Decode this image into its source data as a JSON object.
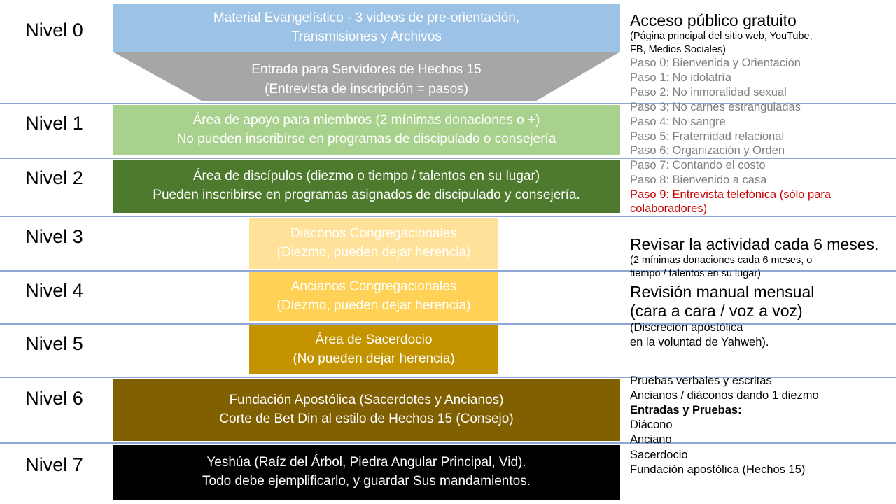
{
  "diagram": {
    "title_absent": true,
    "colors": {
      "level0": "#9cc2e5",
      "funnel": "#a6a6a6",
      "level1": "#a9d18e",
      "level2": "#4e7a2d",
      "level3": "#ffe199",
      "level4": "#ffd257",
      "level5": "#c39300",
      "level6": "#806000",
      "level7": "#000000",
      "rule": "#7a99cf",
      "step_gray": "#808080",
      "step_red": "#cc0000"
    },
    "levels": [
      {
        "label": "Nivel 0",
        "lines": [
          "Material Evangelístico - 3 videos de pre-orientación,",
          "Transmisiones y Archivos"
        ]
      },
      {
        "label": "Nivel 1",
        "lines": [
          "Área de apoyo para miembros (2 mínimas donaciones o +)",
          "No pueden inscribirse en programas de discipulado o consejería"
        ]
      },
      {
        "label": "Nivel 2",
        "lines": [
          "Área de discípulos (diezmo o tiempo / talentos en su lugar)",
          "Pueden inscribirse en programas asignados de discipulado y consejería."
        ]
      },
      {
        "label": "Nivel 3",
        "lines": [
          "Diáconos Congregacionales",
          "(Diezmo, pueden dejar herencia)"
        ]
      },
      {
        "label": "Nivel 4",
        "lines": [
          "Ancianos Congregacionales",
          "(Diezmo, pueden dejar herencia)"
        ]
      },
      {
        "label": "Nivel 5",
        "lines": [
          "Área de Sacerdocio",
          "(No pueden dejar herencia)"
        ]
      },
      {
        "label": "Nivel 6",
        "lines": [
          "Fundación Apostólica (Sacerdotes y Ancianos)",
          "Corte de Bet Din al estilo de Hechos 15 (Consejo)"
        ]
      },
      {
        "label": "Nivel 7",
        "lines": [
          "Yeshúa (Raíz del Árbol, Piedra Angular Principal, Vid).",
          "Todo debe ejemplificarlo, y guardar Sus mandamientos."
        ]
      }
    ],
    "funnel": {
      "lines": [
        "Entrada para Servidores de Hechos 15",
        "(Entrevista de inscripción = pasos)"
      ]
    }
  },
  "sidebar": {
    "access_heading": "Acceso público gratuito",
    "access_sub": [
      "(Página principal del sitio web, YouTube,",
      "FB, Medios Sociales)"
    ],
    "steps": [
      "Paso 0: Bienvenida y Orientación",
      "Paso 1: No idolatría",
      "Paso 2: No inmoralidad sexual",
      "Paso 3: No carnes estranguladas",
      "Paso 4: No sangre",
      "Paso 5: Fraternidad relacional",
      "Paso 6: Organización y Orden",
      "Paso 7: Contando el costo",
      "Paso 8: Bienvenido a casa"
    ],
    "step_red": [
      "Paso 9: Entrevista telefónica (sólo para",
      "colaboradores)"
    ],
    "review_heading": "Revisar la actividad cada 6 meses.",
    "review_sub": [
      "(2 mínimas donaciones cada 6 meses, o",
      "tiempo / talentos en su lugar)"
    ],
    "manual_heading_1": "Revisión manual mensual",
    "manual_heading_2": "(cara a cara / voz a voz)",
    "manual_sub": [
      "(Discreción apostólica",
      "en la voluntad de Yahweh)."
    ],
    "proofs": [
      "Pruebas verbales y escritas",
      "Ancianos / diáconos dando 1 diezmo"
    ],
    "entries_heading": "Entradas y Pruebas:",
    "entries": [
      "Diácono",
      "Anciano",
      "Sacerdocio",
      "Fundación apostólica (Hechos 15)"
    ]
  }
}
